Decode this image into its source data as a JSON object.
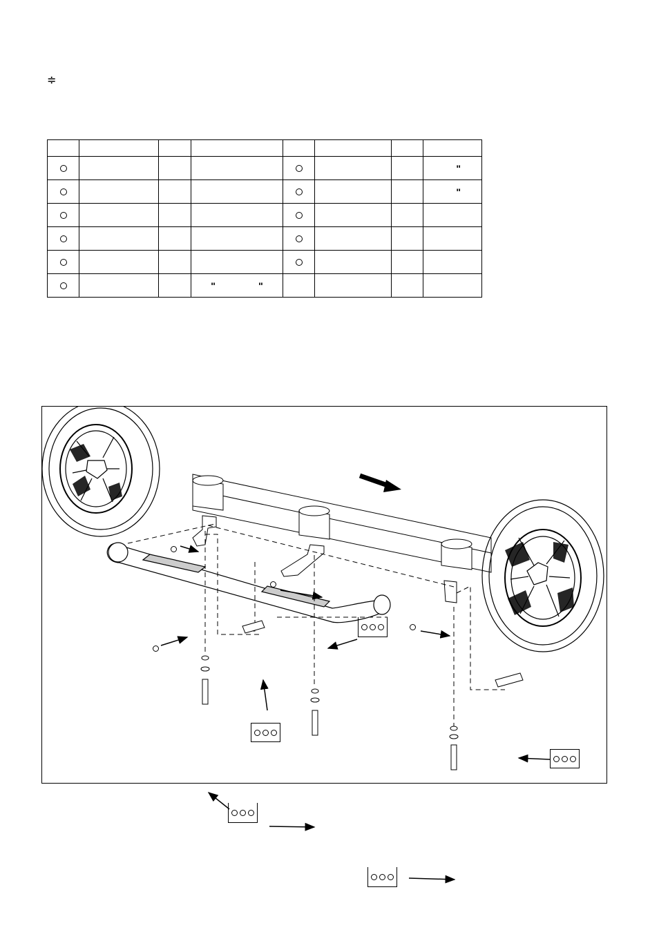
{
  "header": {
    "symbol": "≑"
  },
  "parts_table": {
    "rows": [
      [
        "circle",
        "",
        "",
        "",
        "circle",
        "",
        "",
        "\""
      ],
      [
        "circle",
        "",
        "",
        "",
        "circle",
        "",
        "",
        "\""
      ],
      [
        "circle",
        "",
        "",
        "",
        "circle",
        "",
        "",
        ""
      ],
      [
        "circle",
        "",
        "",
        "",
        "circle",
        "",
        "",
        ""
      ],
      [
        "circle",
        "",
        "",
        "",
        "circle",
        "",
        "",
        ""
      ],
      [
        "circle",
        "",
        "",
        "\"                \"",
        "",
        "",
        "",
        ""
      ]
    ]
  },
  "diagram": {
    "callout_boxes": 5,
    "callout_bubbles": 4,
    "arrows": 11
  }
}
